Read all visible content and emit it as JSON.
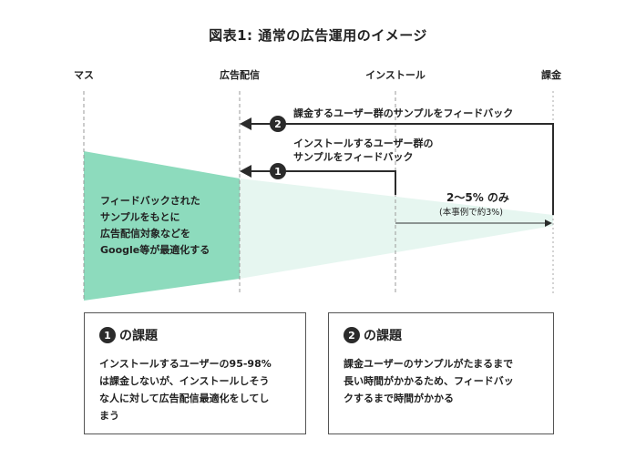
{
  "title": "図表1: 通常の広告運用のイメージ",
  "stages": [
    {
      "id": "mass",
      "label": "マス"
    },
    {
      "id": "ad-delivery",
      "label": "広告配信"
    },
    {
      "id": "install",
      "label": "インストール"
    },
    {
      "id": "billing",
      "label": "課金"
    }
  ],
  "feedback": [
    {
      "num": "2",
      "label": "課金するユーザー群のサンプルをフィードバック"
    },
    {
      "num": "1",
      "label_line1": "インストールするユーザー群の",
      "label_line2": "サンプルをフィードバック"
    }
  ],
  "funnel": {
    "left_text": [
      "フィードバックされた",
      "サンプルをもとに",
      "広告配信対象などを",
      "Google等が最適化する"
    ],
    "ratio_label": "2〜5% のみ",
    "ratio_note": "(本事例で約3%)"
  },
  "colors": {
    "funnel_dark": "#8ddbbd",
    "funnel_light": "#e6f6f0",
    "arrow": "#2b2b2b",
    "dashed": "#999999"
  },
  "issues": [
    {
      "num": "1",
      "title": "の課題",
      "body": "インストールするユーザーの95-98%\nは課金しないが、インストールしそう\nな人に対して広告配信最適化をしてし\nまう"
    },
    {
      "num": "2",
      "title": "の課題",
      "body": "課金ユーザーのサンプルがたまるまで\n長い時間がかかるため、フィードバッ\nクするまで時間がかかる"
    }
  ]
}
